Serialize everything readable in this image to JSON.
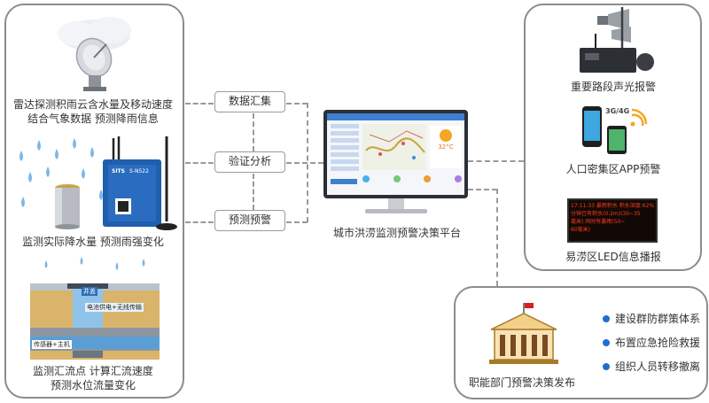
{
  "left_panel": {
    "radar_caption_line1": "雷达探测积雨云含水量及移动速度",
    "radar_caption_line2": "结合气象数据  预测降雨信息",
    "rain_caption": "监测实际降水量  预测雨强变化",
    "flow_caption_line1": "监测汇流点  计算汇流速度",
    "flow_caption_line2": "预测水位流量变化",
    "device_label_top": "井盖",
    "device_label_power": "电池供电+无线传输",
    "device_label_sensor": "传感器+主机",
    "rtu_brand": "SITS",
    "rtu_model": "S-N522"
  },
  "process": {
    "step1": "数据汇集",
    "step2": "验证分析",
    "step3": "预测预警"
  },
  "center": {
    "platform_caption": "城市洪涝监测预警决策平台",
    "screen_temp": "32°C"
  },
  "right_panel": {
    "alarm_caption": "重要路段声光报警",
    "app_caption": "人口密集区APP预警",
    "app_badge": "3G/4G",
    "led_caption": "易涝区LED信息播报",
    "led_text_line1": "17:11:33 暴雨积水 积水深度:62%",
    "led_text_line2": "分钟已有积水(0.2m)(30~35",
    "led_text_line3": "毫米) 同时有暴雨(50~",
    "led_text_line4": "60毫米)"
  },
  "bottom_panel": {
    "caption": "职能部门预警决策发布",
    "items": [
      "建设群防群策体系",
      "布置应急抢险救援",
      "组织人员转移撤离"
    ]
  },
  "colors": {
    "accent": "#1e6fd0",
    "border": "#8c8c8c",
    "dash": "#9a9a9a",
    "led_text": "#ff3b1f",
    "flag": "#d92020"
  }
}
